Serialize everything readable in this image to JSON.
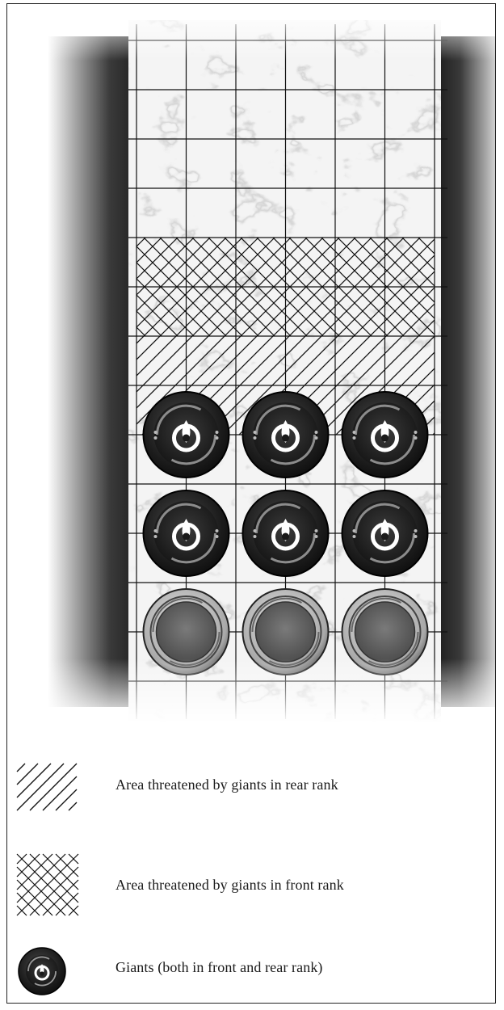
{
  "board": {
    "columns": 6,
    "rows": 14,
    "rear_threat_rows": [
      6,
      7
    ],
    "front_threat_rows": [
      4,
      5
    ],
    "tokens": [
      {
        "row": 8,
        "col": 1,
        "kind": "giant"
      },
      {
        "row": 8,
        "col": 3,
        "kind": "giant"
      },
      {
        "row": 8,
        "col": 5,
        "kind": "giant"
      },
      {
        "row": 10,
        "col": 1,
        "kind": "giant"
      },
      {
        "row": 10,
        "col": 3,
        "kind": "giant"
      },
      {
        "row": 10,
        "col": 5,
        "kind": "giant"
      },
      {
        "row": 12,
        "col": 1,
        "kind": "empty"
      },
      {
        "row": 12,
        "col": 3,
        "kind": "empty"
      },
      {
        "row": 12,
        "col": 5,
        "kind": "empty"
      }
    ]
  },
  "legend": {
    "rear": {
      "label": "Area threatened by giants in rear rank",
      "icon": "diagonal-hatch-icon"
    },
    "front": {
      "label": "Area threatened by giants in front rank",
      "icon": "crosshatch-icon"
    },
    "giants": {
      "label": "Giants (both in front and rear rank)",
      "icon": "giant-token-icon"
    }
  },
  "colors": {
    "wall": "#2a2a2a",
    "token": "#1e1e1e",
    "token_empty": "#5a5a5a",
    "grid": "#111111"
  }
}
